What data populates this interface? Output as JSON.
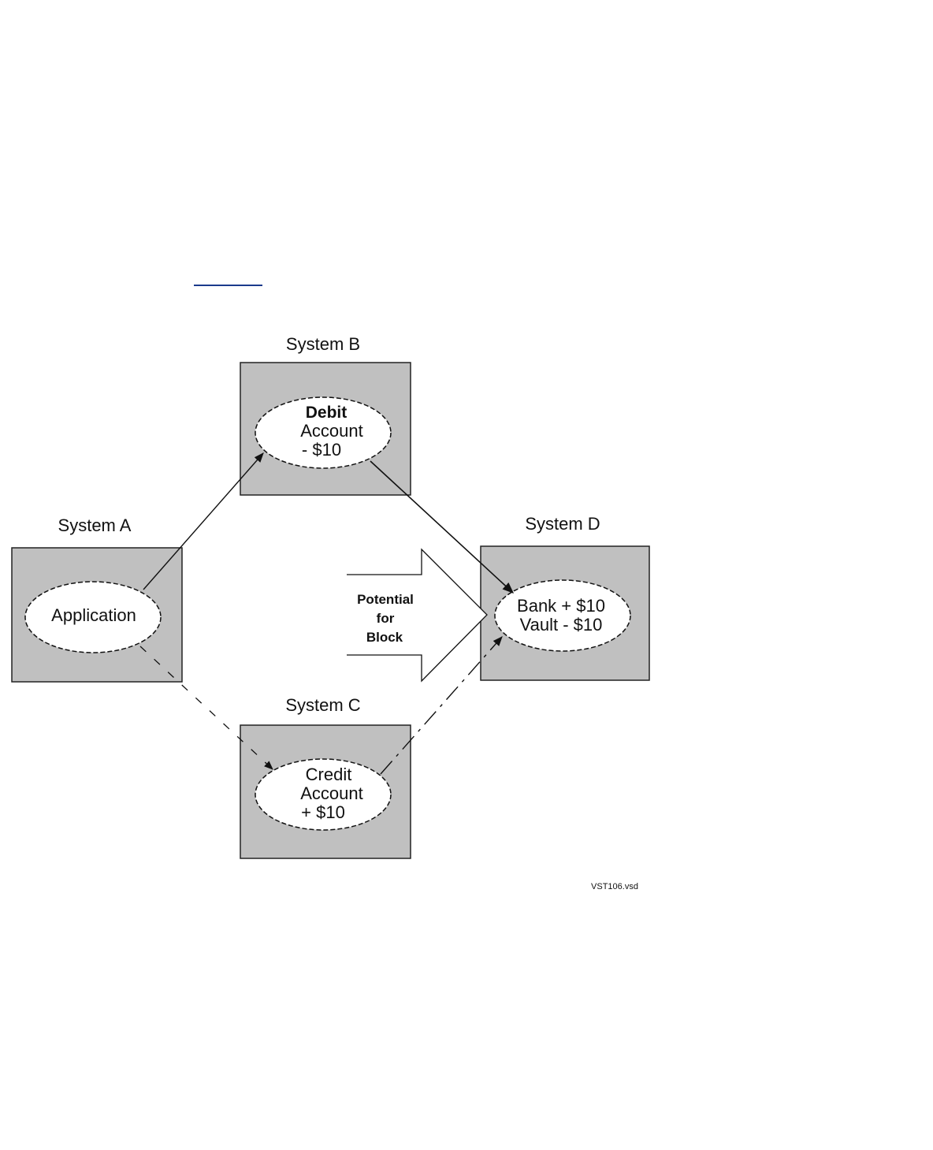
{
  "colors": {
    "box_fill": "#c0c0c0",
    "ellipse_fill": "#ffffff",
    "stroke": "#111111",
    "link": "#1a3a8c"
  },
  "systems": {
    "a": {
      "title": "System A",
      "node": {
        "line1": "Application"
      }
    },
    "b": {
      "title": "System B",
      "node": {
        "line1": "Debit",
        "line2": "Account",
        "line3": "- $10"
      }
    },
    "c": {
      "title": "System C",
      "node": {
        "line1": "Credit",
        "line2": "Account",
        "line3": "+ $10"
      }
    },
    "d": {
      "title": "System D",
      "node": {
        "line1": "Bank + $10",
        "line2": "Vault  - $10"
      }
    }
  },
  "block_arrow": {
    "line1": "Potential",
    "line2": "for",
    "line3": "Block"
  },
  "file_label": "VST106.vsd"
}
